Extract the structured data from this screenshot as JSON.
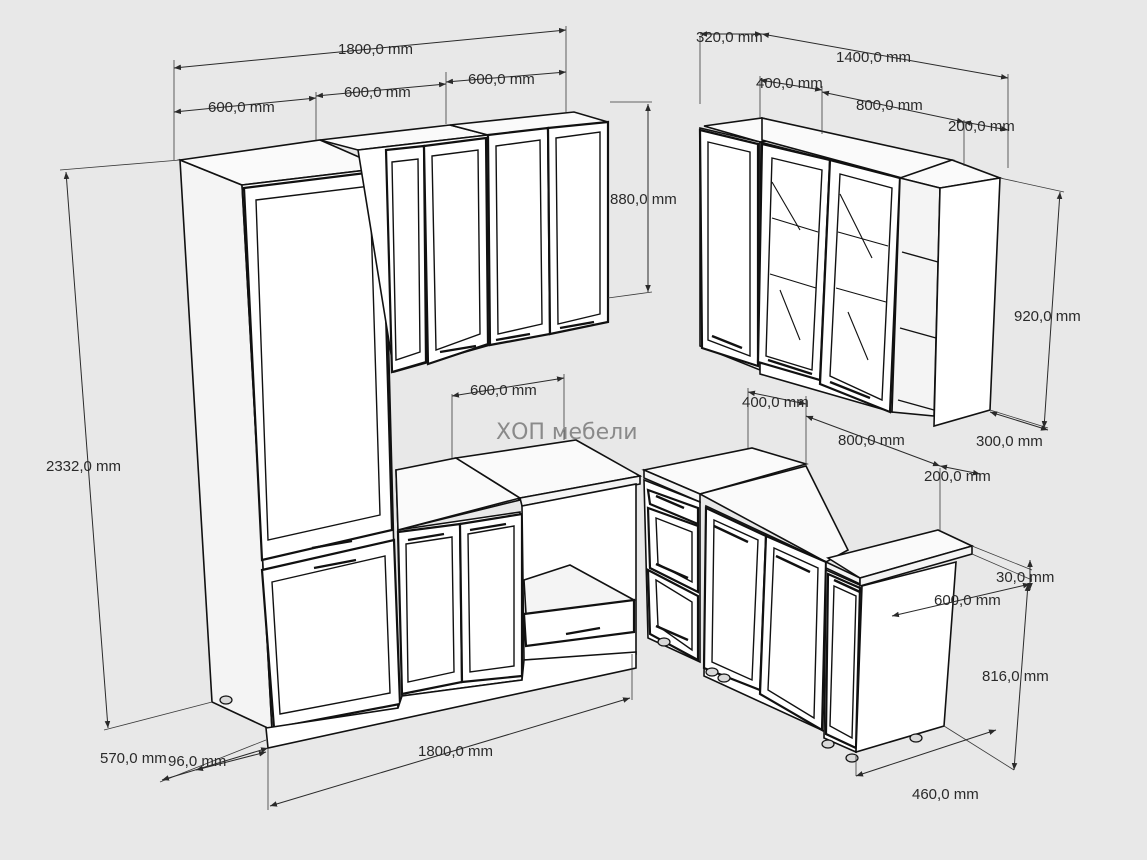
{
  "watermark": "ХОП мебели",
  "dimensions": {
    "upper_total_width": "1800,0 mm",
    "upper_tall_width": "600,0 mm",
    "upper_mid_width": "600,0 mm",
    "upper_right_width": "600,0 mm",
    "upper_height": "880,0 mm",
    "tall_height": "2332,0 mm",
    "oven_width": "600,0 mm",
    "base_total_width": "1800,0 mm",
    "base_depth": "570,0 mm",
    "plinth_height": "96,0 mm",
    "corner_upper_depth": "320,0 mm",
    "corner_upper_width": "1400,0 mm",
    "corner_upper_left": "400,0 mm",
    "corner_upper_glass": "800,0 mm",
    "corner_upper_shelf": "200,0 mm",
    "corner_upper_height": "920,0 mm",
    "corner_upper_shelf_depth": "300,0 mm",
    "corner_base_drawers": "400,0 mm",
    "corner_base_doors": "800,0 mm",
    "corner_base_end": "200,0 mm",
    "worktop_thickness": "30,0 mm",
    "corner_base_depth": "600,0 mm",
    "corner_base_height": "816,0 mm",
    "corner_base_side_depth": "460,0 mm"
  }
}
